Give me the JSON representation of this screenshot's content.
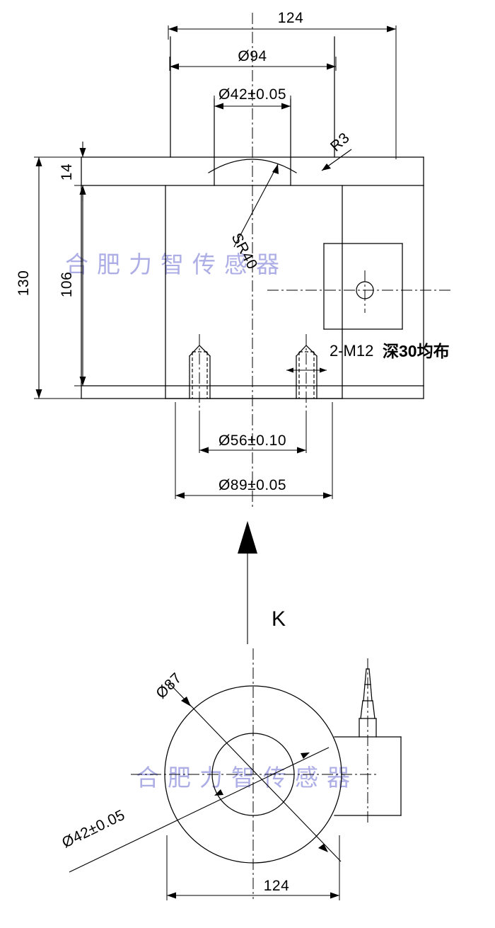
{
  "drawing": {
    "title": "Load cell outline drawing",
    "line_color": "#000000",
    "watermark_color": "#aeaee6",
    "background": "#ffffff"
  },
  "watermarks": [
    {
      "text": "合肥力智传感器"
    },
    {
      "text": "合肥力智传感器"
    }
  ],
  "front_view": {
    "dimensions": {
      "overall_width": "124",
      "flange_diameter": "Ø94",
      "bore_diameter": "Ø42±0.05",
      "overall_height": "130",
      "body_height": "106",
      "flange_thickness": "14",
      "fillet_radius": "R3",
      "sphere_radius": "SR40",
      "stud_circle": "Ø56±0.10",
      "base_diameter": "Ø89±0.05"
    },
    "notes": {
      "thread_note_en": "2-M12",
      "thread_note_cn": "深30均布"
    }
  },
  "view_arrow": {
    "label": "K"
  },
  "bottom_view": {
    "dimensions": {
      "outer_circle": "Ø87",
      "inner_circle": "Ø42±0.05",
      "overall_width": "124"
    }
  }
}
